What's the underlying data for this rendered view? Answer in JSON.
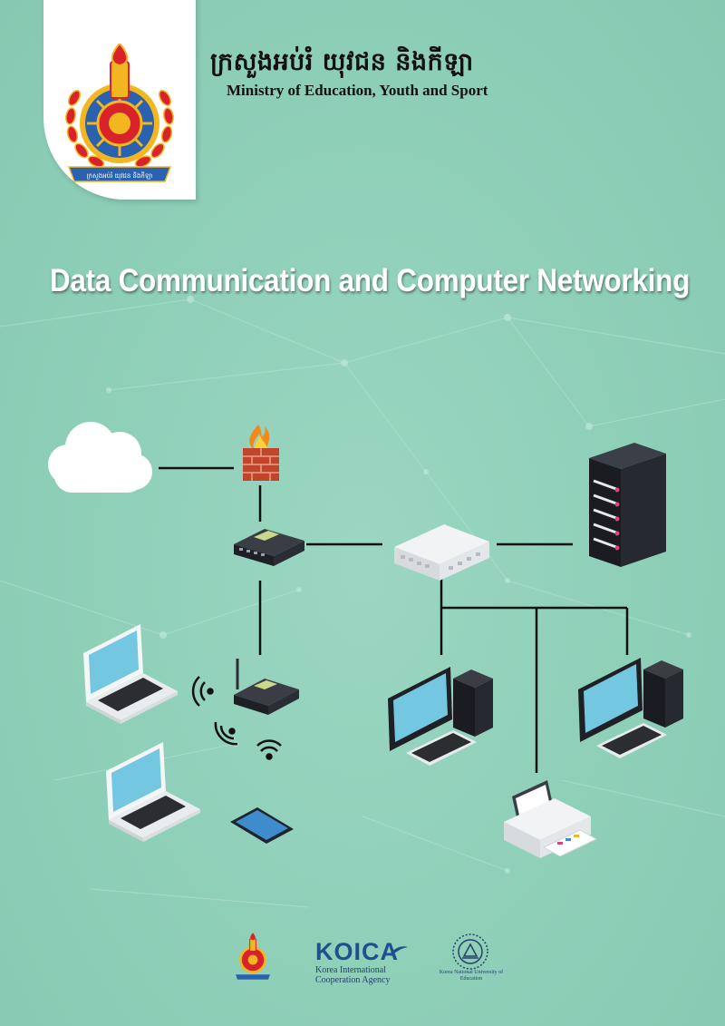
{
  "header": {
    "khmer_title": "ក្រសួងអប់រំ យុវជន និងកីឡា",
    "ministry_name": "Ministry of Education, Youth and Sport",
    "emblem_ribbon_text": "ក្រសួងអប់រំ យុវជន និងកីឡា"
  },
  "cover": {
    "title": "Data Communication and Computer Networking"
  },
  "diagram": {
    "devices": [
      "cloud-icon",
      "firewall-icon",
      "router-icon",
      "switch-icon",
      "server-rack-icon",
      "wireless-router-icon",
      "laptop-icon",
      "desktop-computer-icon",
      "printer-icon",
      "smartphone-icon"
    ]
  },
  "footer": {
    "koica_word": "KOICA",
    "koica_name": "Korea International Cooperation Agency",
    "knue_name": "Korea National University of Education"
  },
  "colors": {
    "background": "#8ecfb8",
    "title_text": "#ffffff",
    "koica_blue": "#1f4f8f",
    "emblem_red": "#d8232a",
    "emblem_gold": "#f2b720",
    "emblem_blue": "#2a62b0"
  }
}
